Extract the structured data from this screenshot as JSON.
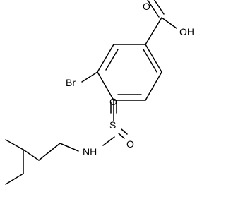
{
  "molecule": {
    "atoms": {
      "bromine": "Br",
      "hydroxyl": "OH",
      "carbonyl_oxygen": "O",
      "sulfur": "S",
      "sulfonyl_oxygen_top": "O",
      "sulfonyl_oxygen_right": "O",
      "amine": "NH"
    }
  }
}
